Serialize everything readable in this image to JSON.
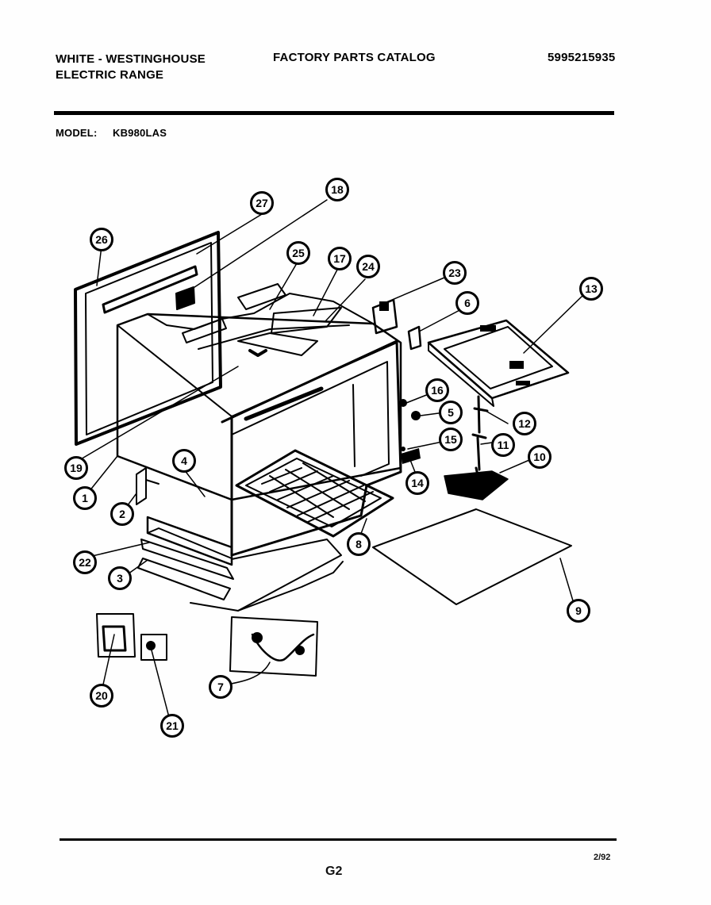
{
  "header": {
    "brand_line1": "WHITE - WESTINGHOUSE",
    "brand_line2": "ELECTRIC RANGE",
    "catalog_title": "FACTORY PARTS CATALOG",
    "catalog_number": "5995215935",
    "model_label": "MODEL:",
    "model_value": "KB980LAS"
  },
  "callouts": {
    "c1": "1",
    "c2": "2",
    "c3": "3",
    "c4": "4",
    "c5": "5",
    "c6": "6",
    "c7": "7",
    "c8": "8",
    "c9": "9",
    "c10": "10",
    "c11": "11",
    "c12": "12",
    "c13": "13",
    "c14": "14",
    "c15": "15",
    "c16": "16",
    "c17": "17",
    "c18": "18",
    "c19": "19",
    "c20": "20",
    "c21": "21",
    "c22": "22",
    "c23": "23",
    "c24": "24",
    "c25": "25",
    "c26": "26",
    "c27": "27"
  },
  "footer": {
    "page_code": "G2",
    "date": "2/92"
  }
}
